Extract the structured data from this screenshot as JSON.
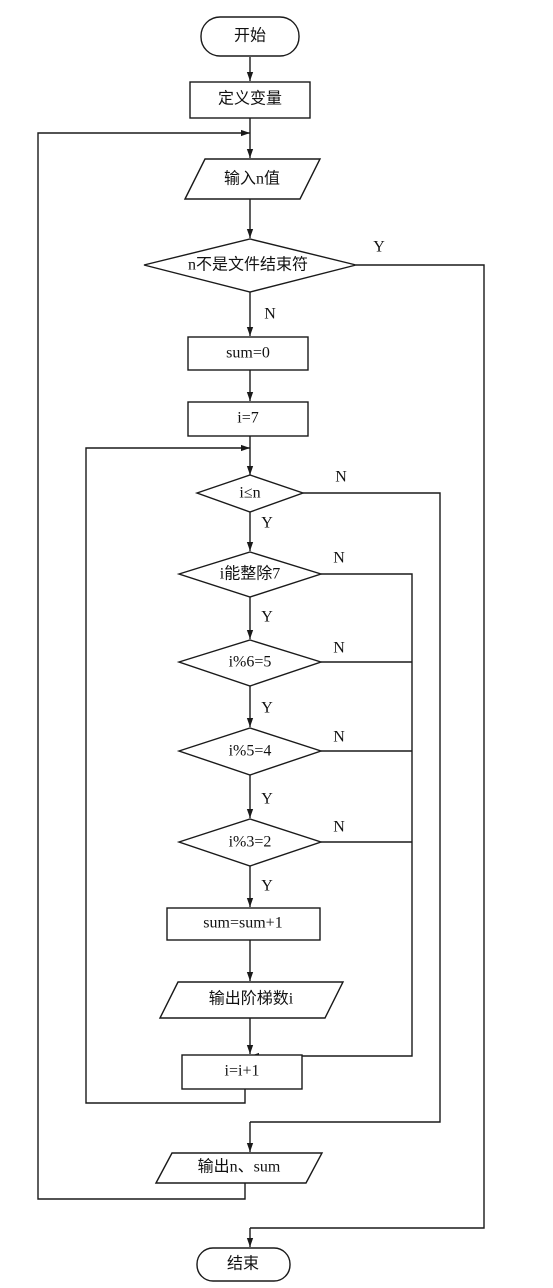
{
  "flowchart": {
    "start": "开始",
    "define_vars": "定义变量",
    "input_n": "输入n值",
    "cond_not_eof": "n不是文件结束符",
    "sum_zero": "sum=0",
    "i_seven": "i=7",
    "cond_i_le_n": "i≤n",
    "cond_div7": "i能整除7",
    "cond_mod6": "i%6=5",
    "cond_mod5": "i%5=4",
    "cond_mod3": "i%3=2",
    "sum_inc": "sum=sum+1",
    "output_steps": "输出阶梯数i",
    "i_inc": "i=i+1",
    "output_n_sum": "输出n、sum",
    "end": "结束"
  },
  "labels": {
    "yes": "Y",
    "no": "N"
  }
}
